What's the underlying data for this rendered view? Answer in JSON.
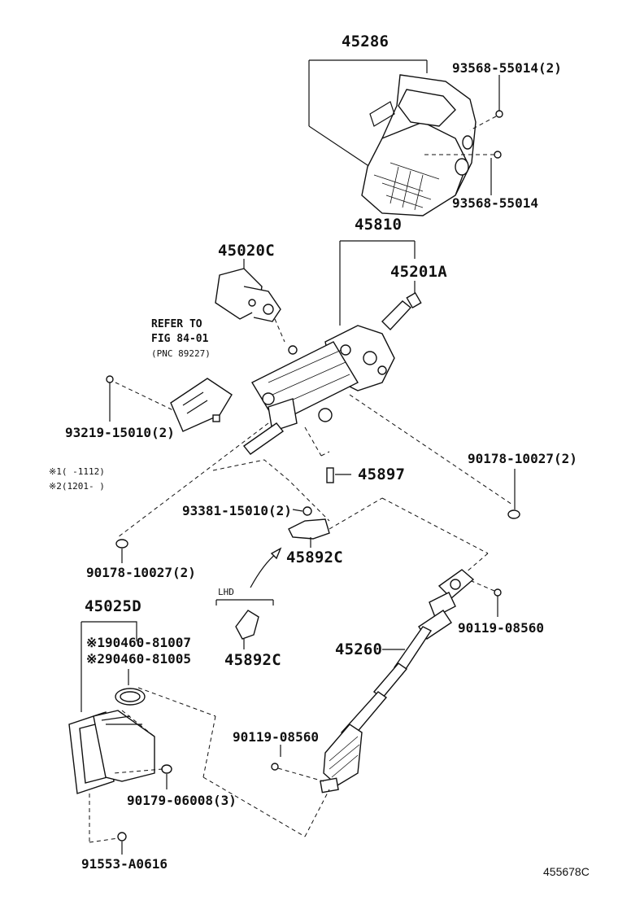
{
  "labels": {
    "p45286": "45286",
    "p93568_55014_2": "93568-55014(2)",
    "p93568_55014": "93568-55014",
    "p45810": "45810",
    "p45020C": "45020C",
    "p45201A": "45201A",
    "refer_to": "REFER TO",
    "fig": "FIG 84-01",
    "pnc": "(PNC 89227)",
    "p93219": "93219-15010(2)",
    "p90178_a": "90178-10027(2)",
    "note1": "※1(  -1112)",
    "note2": "※2(1201-  )",
    "p45897": "45897",
    "p93381": "93381-15010(2)",
    "p45892C_a": "45892C",
    "p90178_b": "90178-10027(2)",
    "lhd": "LHD",
    "p45892C_b": "45892C",
    "p45025D": "45025D",
    "p90460_81007": "※190460-81007",
    "p90460_81005": "※290460-81005",
    "p90119_a": "90119-08560",
    "p45260": "45260",
    "p90119_b": "90119-08560",
    "p90179": "90179-06008(3)",
    "p91553": "91553-A0616",
    "fig_id": "455678C"
  }
}
